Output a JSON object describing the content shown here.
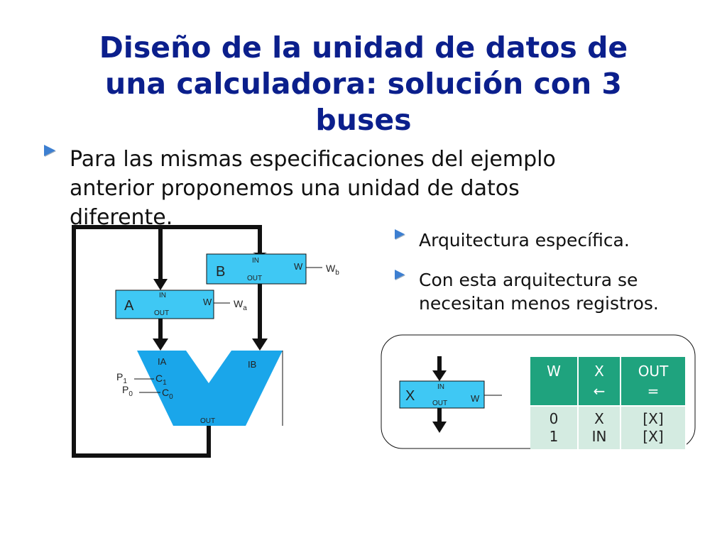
{
  "title": {
    "line1": "Diseño de la unidad de datos de",
    "line2": "una calculadora: solución con 3",
    "line3": "buses"
  },
  "main_bullet": {
    "line1": "Para las mismas especificaciones del ejemplo",
    "line2": "anterior proponemos una unidad de datos",
    "line3": "diferente."
  },
  "side_bullets": [
    {
      "line1": "Arquitectura específica."
    },
    {
      "line1": "Con esta arquitectura se",
      "line2": "necesitan menos registros."
    }
  ],
  "diagram": {
    "reg_b": {
      "name": "B",
      "in": "IN",
      "out": "OUT",
      "w": "W",
      "signal": "W",
      "signal_sub": "b"
    },
    "reg_a": {
      "name": "A",
      "in": "IN",
      "out": "OUT",
      "w": "W",
      "signal": "W",
      "signal_sub": "a"
    },
    "alu": {
      "ia": "IA",
      "ib": "IB",
      "out": "OUT",
      "p1": "P",
      "p1_sub": "1",
      "p0": "P",
      "p0_sub": "0",
      "c1": "C",
      "c1_sub": "1",
      "c0": "C",
      "c0_sub": "0"
    },
    "reg_x": {
      "name": "X",
      "in": "IN",
      "out": "OUT",
      "w": "W"
    }
  },
  "truth_table": {
    "headers": [
      [
        "W"
      ],
      [
        "X",
        "←"
      ],
      [
        "OUT",
        "="
      ]
    ],
    "rows": [
      [
        "0",
        "X",
        "[X]"
      ],
      [
        "1",
        "IN",
        "[X]"
      ]
    ]
  },
  "colors": {
    "title": "#0b1f8c",
    "register": "#3fc8f4",
    "alu": "#1aa6ea",
    "table_header": "#1fa37e",
    "table_body": "#d4ebe1"
  }
}
